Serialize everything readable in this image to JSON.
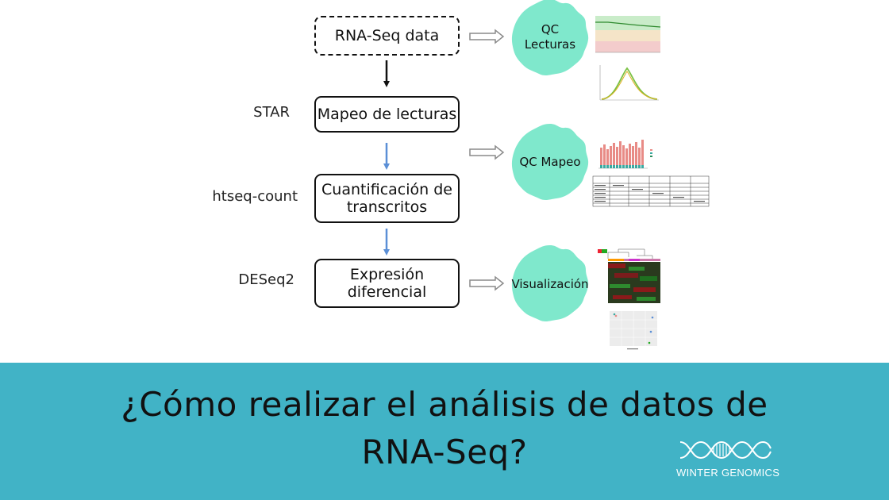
{
  "steps": [
    {
      "label": "RNA-Seq data",
      "style": "dashed"
    },
    {
      "label": "Mapeo de lecturas",
      "tool": "STAR"
    },
    {
      "label": "Cuantificación de transcritos",
      "tool": "htseq-count"
    },
    {
      "label": "Expresión diferencial",
      "tool": "DESeq2"
    }
  ],
  "outputs": [
    {
      "label": "QC Lecturas"
    },
    {
      "label": "QC Mapeo"
    },
    {
      "label": "Visualización"
    }
  ],
  "banner": {
    "line1": "¿Cómo realizar el análisis de datos de",
    "line2": "RNA-Seq?"
  },
  "logo": {
    "text": "WINTER GENOMICS"
  },
  "colors": {
    "banner": "#41b3c6",
    "blob": "#7fe8cc",
    "arrow_black": "#111111",
    "arrow_blue": "#5b8fd6",
    "arrow_outline": "#8a8a8a"
  },
  "icons": [
    "double-arrow-icon",
    "dna-helix-icon"
  ]
}
